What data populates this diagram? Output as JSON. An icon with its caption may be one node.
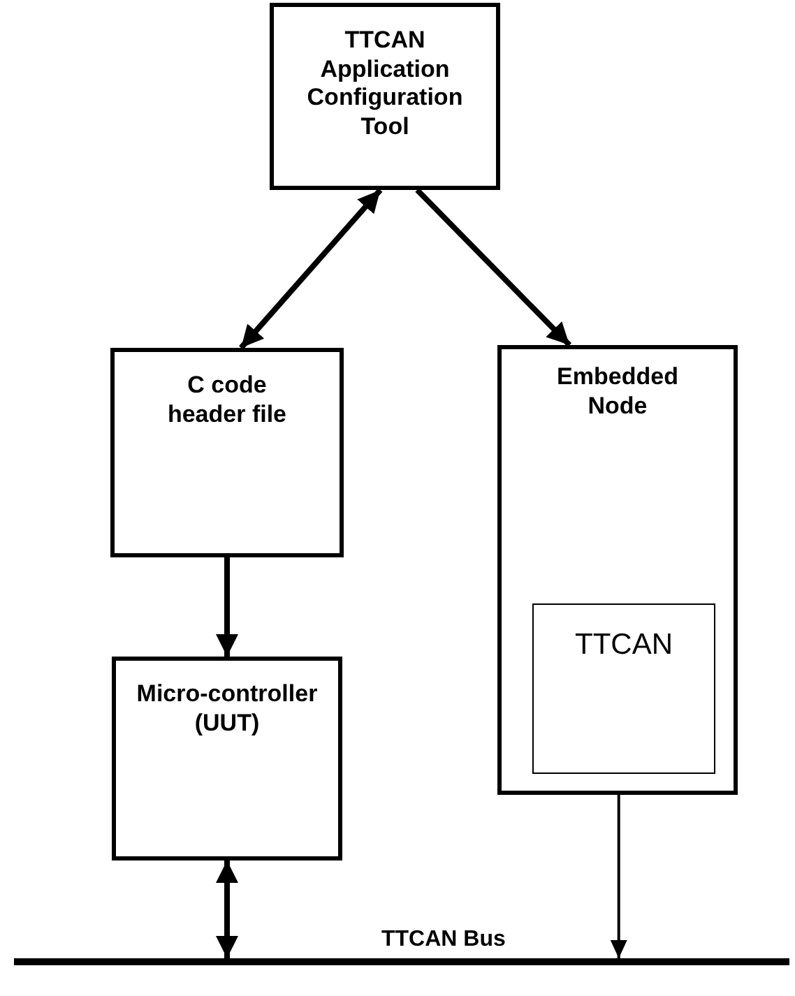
{
  "diagram": {
    "nodes": [
      {
        "text": [
          "TTCAN Application Configuration Tool"
        ]
      },
      {
        "text": [
          "C code header file"
        ]
      },
      {
        "text": [
          "Embedded Node"
        ]
      },
      {
        "text": [
          "TTCAN"
        ],
        "in": 2
      },
      {
        "text": [
          "Micro-controller (UUT)"
        ]
      },
      {
        "text": [],
        "shape": "bar",
        "beside": [
          "TTCAN Bus"
        ]
      }
    ],
    "edges": [
      {
        "from": 0,
        "to": 1,
        "arrow": "both"
      },
      {
        "from": 0,
        "to": 2,
        "arrow": "to"
      },
      {
        "from": 1,
        "to": 4,
        "arrow": "to"
      },
      {
        "from": 4,
        "to": 5,
        "arrow": "both"
      },
      {
        "from": 2,
        "to": 5,
        "arrow": "to"
      }
    ]
  }
}
